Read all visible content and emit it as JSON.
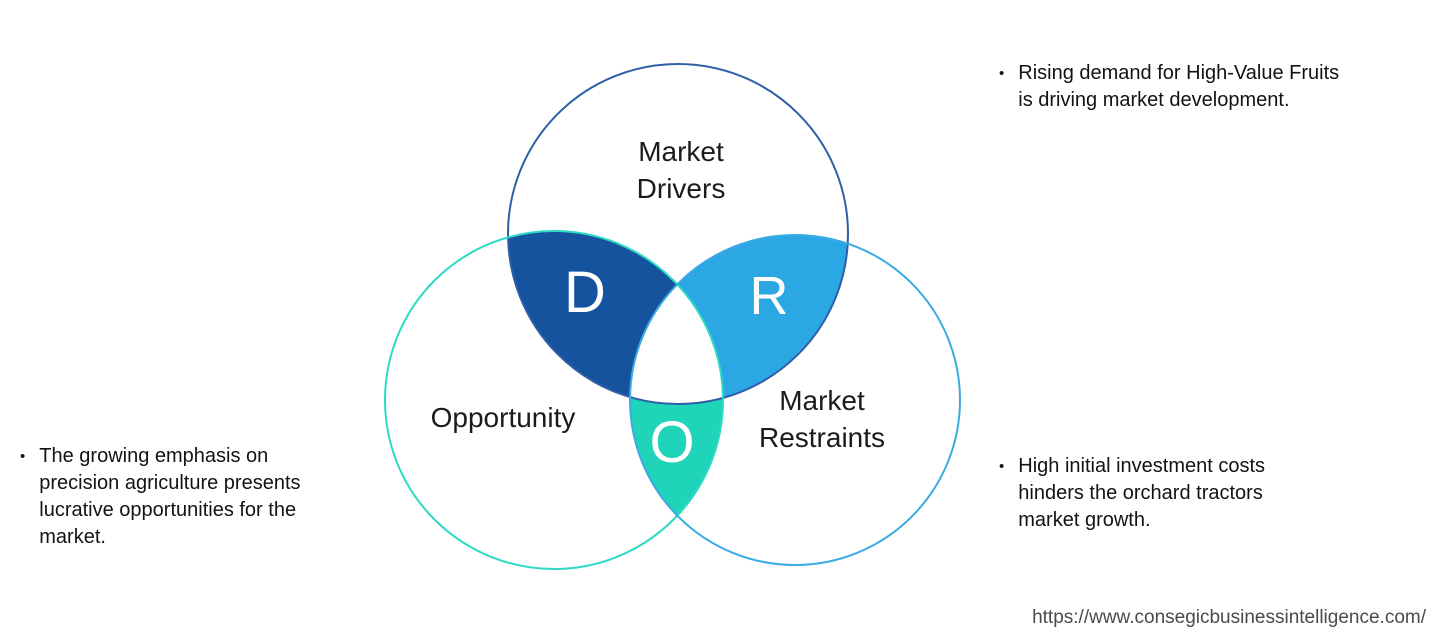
{
  "diagram": {
    "labels": {
      "drivers": "Market\nDrivers",
      "opportunity": "Opportunity",
      "restraints": "Market\nRestraints",
      "drivers_letter": "D",
      "restraints_letter": "R",
      "opportunity_letter": "O"
    },
    "colors": {
      "drivers_lens": "#15539E",
      "restraints_lens": "#2BA7E4",
      "opportunity_lens": "#1FD4B8",
      "center_fill": "#FFFFFF",
      "drivers_stroke": "#2E5FA7",
      "opportunity_stroke": "#2EDAC4",
      "restraints_stroke": "#3BAAE4"
    }
  },
  "bullets": {
    "marker": "•",
    "driver_note": "Rising demand for High-Value Fruits\nis driving market development.",
    "opportunity_note": "The growing emphasis on\nprecision agriculture presents\nlucrative opportunities for the\nmarket.",
    "restraint_note": "High initial investment costs\nhinders the orchard tractors\nmarket growth."
  },
  "footer": {
    "source_url": "https://www.consegicbusinessintelligence.com/"
  }
}
